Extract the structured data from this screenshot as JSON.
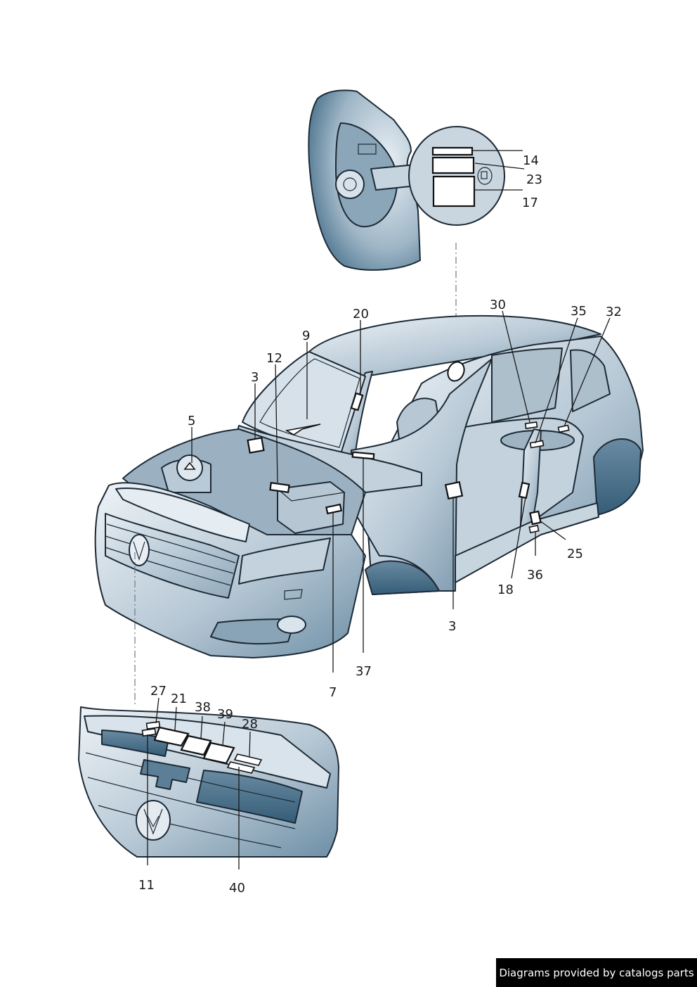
{
  "callouts": [
    {
      "id": "14",
      "text": "14"
    },
    {
      "id": "23",
      "text": "23"
    },
    {
      "id": "17",
      "text": "17"
    },
    {
      "id": "20",
      "text": "20"
    },
    {
      "id": "30",
      "text": "30"
    },
    {
      "id": "35",
      "text": "35"
    },
    {
      "id": "32",
      "text": "32"
    },
    {
      "id": "9",
      "text": "9"
    },
    {
      "id": "12",
      "text": "12"
    },
    {
      "id": "3a",
      "text": "3"
    },
    {
      "id": "5",
      "text": "5"
    },
    {
      "id": "25",
      "text": "25"
    },
    {
      "id": "36",
      "text": "36"
    },
    {
      "id": "18",
      "text": "18"
    },
    {
      "id": "3b",
      "text": "3"
    },
    {
      "id": "37",
      "text": "37"
    },
    {
      "id": "7",
      "text": "7"
    },
    {
      "id": "27",
      "text": "27"
    },
    {
      "id": "21",
      "text": "21"
    },
    {
      "id": "38",
      "text": "38"
    },
    {
      "id": "39",
      "text": "39"
    },
    {
      "id": "28",
      "text": "28"
    },
    {
      "id": "11",
      "text": "11"
    },
    {
      "id": "40",
      "text": "40"
    }
  ],
  "footer": {
    "text": "Diagrams provided by catalogs parts"
  },
  "colors": {
    "body_light": "#dce6ee",
    "body_mid": "#a9bccb",
    "body_dark": "#3f6a86",
    "outline": "#1c2a36"
  }
}
